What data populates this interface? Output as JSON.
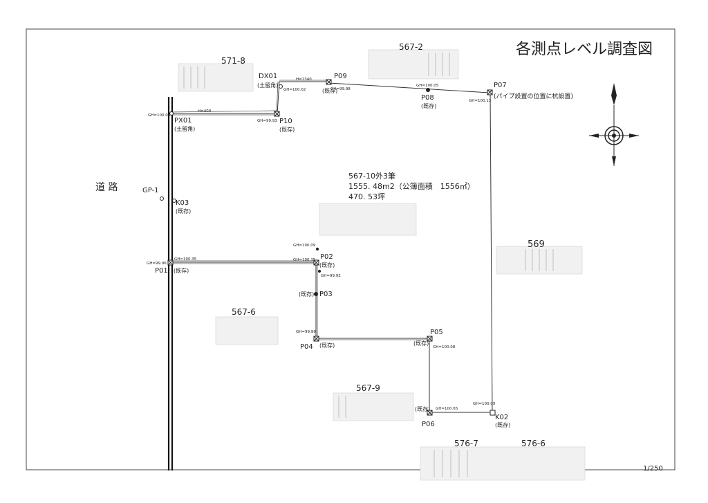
{
  "title": "各測点レベル調査図",
  "scale": "1/250",
  "road_label": "道 路",
  "parcel": {
    "number": "567-10外3筆",
    "area_text": "1555. 48m2（公簿面積　1556㎡）",
    "tsubo": "470. 53坪"
  },
  "neighbors": {
    "n571_8": "571-8",
    "n567_2": "567-2",
    "n569": "569",
    "n567_6": "567-6",
    "n567_9": "567-9",
    "n576_7": "576-7",
    "n576_6": "576-6"
  },
  "points": {
    "dx01": {
      "name": "DX01",
      "note": "(土留角)"
    },
    "px01": {
      "name": "PX01",
      "note": "(土留角)"
    },
    "p09": {
      "name": "P09",
      "note": "(既存)"
    },
    "p10": {
      "name": "P10",
      "note": "(既存)"
    },
    "p08": {
      "name": "P08",
      "note": "(既存)"
    },
    "p07": {
      "name": "P07",
      "note": "(パイプ設置の位置に杭設置)"
    },
    "gp1": {
      "name": "GP-1"
    },
    "k03": {
      "name": "K03",
      "note": "(既存)"
    },
    "p01": {
      "name": "P01",
      "note": "(既存)"
    },
    "p02": {
      "name": "P02",
      "note": "(既存)"
    },
    "p03": {
      "name": "P03",
      "note": "(既存)"
    },
    "p04": {
      "name": "P04",
      "note": "(既存)"
    },
    "p05": {
      "name": "P05",
      "note": "(既存)"
    },
    "p06": {
      "name": "P06",
      "note": "(既存)"
    },
    "k02": {
      "name": "K02",
      "note": "(既存)"
    }
  },
  "levels": {
    "dx01": "GH=100.02",
    "p09": "GH=99.98",
    "p08": "GH=100.05",
    "p07": "GH=100.13",
    "px01": "GH=100.00",
    "p10": "GH=99.93",
    "p01": "GH=99.96",
    "p01_right": "GH=100.35",
    "p02_top": "GH=100.09",
    "p02_left": "GH=100.35",
    "p02_bottom": "GH=99.92",
    "p04": "GH=99.99",
    "p05": "GH=100.08",
    "p06": "GH=100.65",
    "k02": "GH=100.09"
  },
  "heights": {
    "dx01_p09": "H=1340",
    "px01_p10": "H=400"
  },
  "compass": {
    "icon": "north-compass-icon"
  },
  "colors": {
    "line": "#333333",
    "road": "#111111",
    "stamp": "#d9d9d9"
  }
}
